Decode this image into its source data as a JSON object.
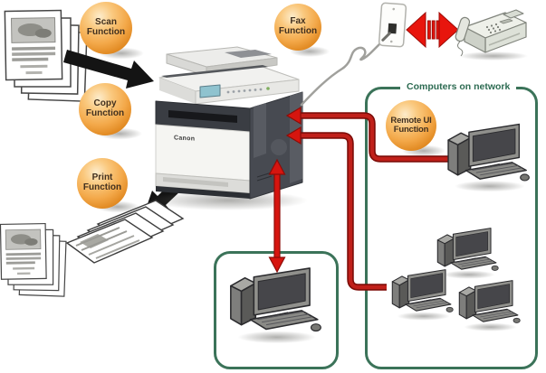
{
  "diagram": {
    "functions": {
      "scan": {
        "line1": "Scan",
        "line2": "Function"
      },
      "copy": {
        "line1": "Copy",
        "line2": "Function"
      },
      "print": {
        "line1": "Print",
        "line2": "Function"
      },
      "fax": {
        "line1": "Fax",
        "line2": "Function"
      },
      "remote_ui": {
        "line1": "Remote UI",
        "line2": "Function"
      }
    },
    "network_box_label": "Computers on network",
    "printer_brand": "Canon",
    "colors": {
      "sphere_orange": "#f3a849",
      "arrow_red": "#e0180f",
      "connector_red": "#c0201a",
      "connector_edge_red": "#7e0d09",
      "box_green": "#3b7359",
      "black_arrow": "#141414"
    },
    "icons": [
      "document-stack-icon",
      "printer-icon",
      "phone-jack-icon",
      "fax-machine-icon",
      "desktop-computer-icon",
      "printed-pages-icon",
      "scan-arrow-icon",
      "print-arrow-icon",
      "fax-line-arrow-icon",
      "network-connector-lines"
    ]
  }
}
